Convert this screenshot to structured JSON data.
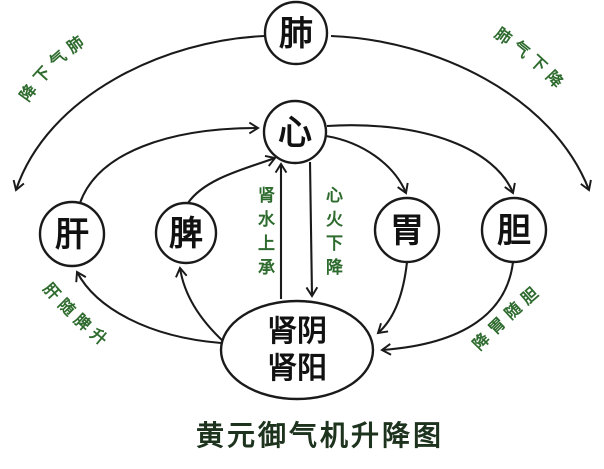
{
  "diagram": {
    "caption": "黄元御气机升降图",
    "nodes": {
      "lung": "肺",
      "heart": "心",
      "liver": "肝",
      "spleen": "脾",
      "stomach": "胃",
      "gallbladder": "胆",
      "kidney_line1": "肾阴",
      "kidney_line2": "肾阳"
    },
    "flow_labels": {
      "lung_qi_descends_left": "肺气下降",
      "lung_qi_descends_right": "肺气下降",
      "liver_follows_spleen_ascending": "肝随脾升",
      "gallbladder_follows_stomach_descending": "胆随胃降",
      "kidney_water_ascends": "肾水上承",
      "heart_fire_descends": "心火下降"
    },
    "colors": {
      "ink": "#1a1a1a",
      "label_green": "#2e6b2e",
      "caption_color": "#1e331e",
      "background": "#ffffff"
    }
  }
}
